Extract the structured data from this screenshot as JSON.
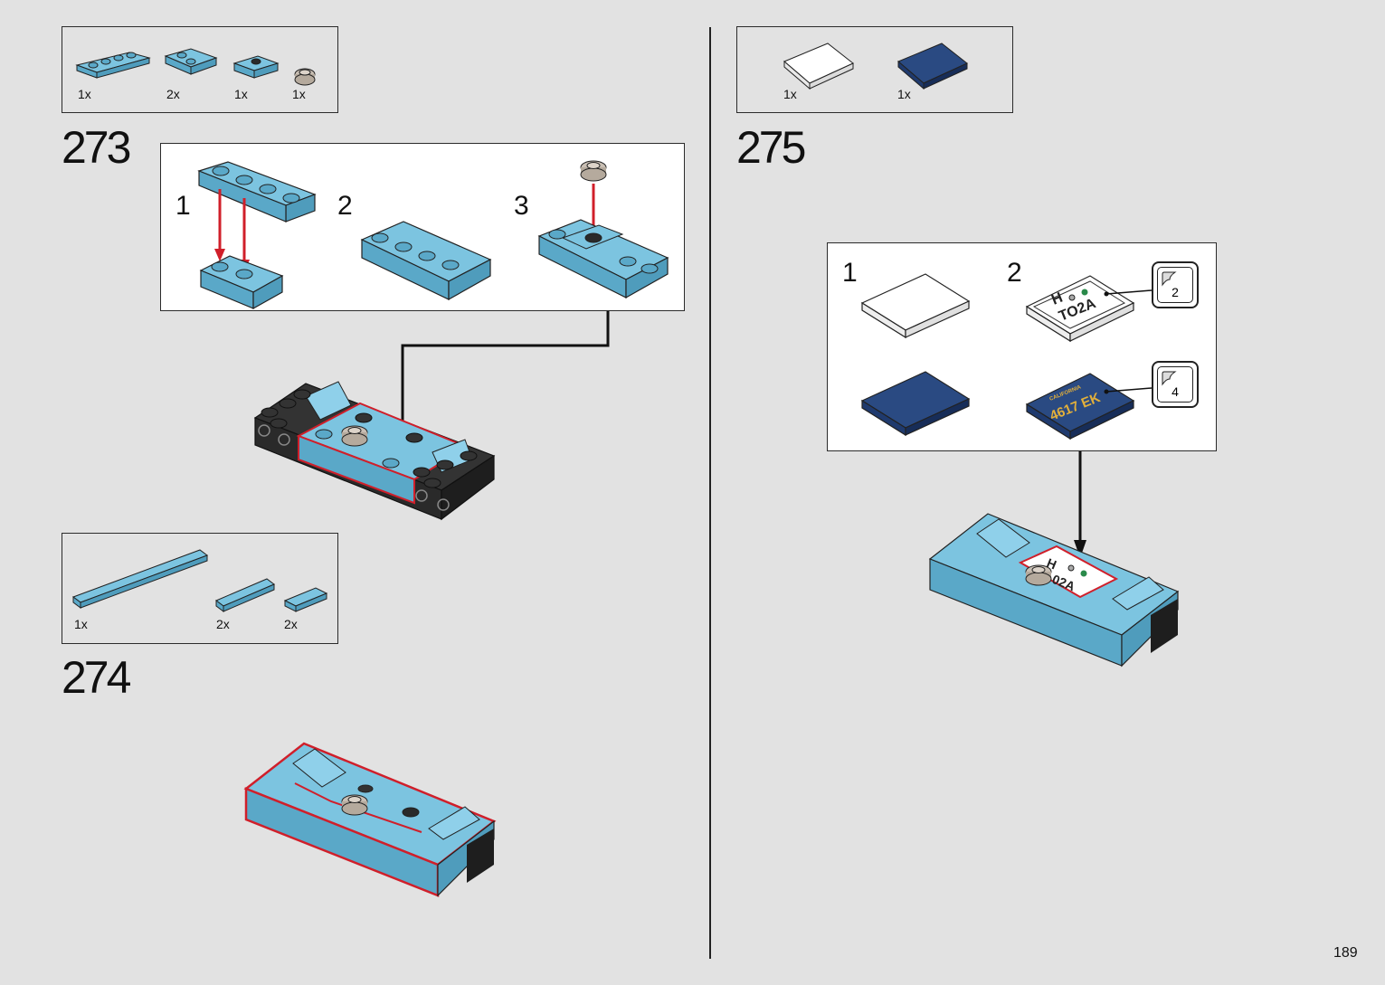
{
  "page_number": "189",
  "colors": {
    "page_bg": "#e2e2e2",
    "medium_azure": "#7cc4e0",
    "dark_blue": "#1f3a6e",
    "red_highlight": "#d01f2a",
    "black_parts": "#2a2a2a"
  },
  "step273": {
    "number": "273",
    "parts": [
      {
        "icon": "plate-1x4-azure",
        "qty": "1x"
      },
      {
        "icon": "plate-2x2-azure",
        "qty": "2x"
      },
      {
        "icon": "jumper-plate-azure",
        "qty": "1x"
      },
      {
        "icon": "round-plate-tan",
        "qty": "1x"
      }
    ],
    "substeps": [
      "1",
      "2",
      "3"
    ]
  },
  "step274": {
    "number": "274",
    "parts": [
      {
        "icon": "tile-1x8-azure",
        "qty": "1x"
      },
      {
        "icon": "tile-1x4-azure",
        "qty": "2x"
      },
      {
        "icon": "tile-1x2-azure",
        "qty": "2x"
      }
    ]
  },
  "step275": {
    "number": "275",
    "parts": [
      {
        "icon": "tile-2x3-white",
        "qty": "1x"
      },
      {
        "icon": "tile-2x3-dark-blue",
        "qty": "1x"
      }
    ],
    "substeps": [
      "1",
      "2"
    ],
    "sticker_callouts": [
      {
        "icon": "sticker-icon",
        "count": "2"
      },
      {
        "icon": "sticker-icon",
        "count": "4"
      }
    ]
  }
}
